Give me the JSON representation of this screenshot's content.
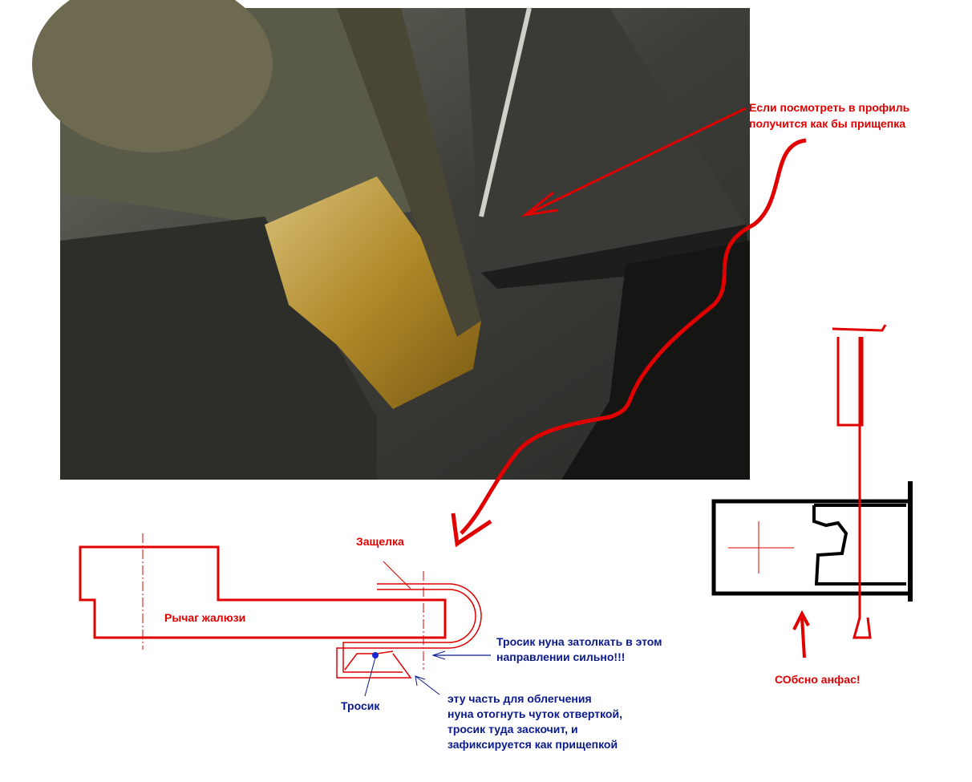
{
  "photo_annotation": {
    "line1": "Если посмотреть в профиль",
    "line2": "получится как бы прищепка"
  },
  "side_view": {
    "latch_label": "Защелка",
    "lever_label": "Рычаг жалюзи",
    "push_note": {
      "line1": "Тросик нуна затолкать в этом",
      "line2": "направлении сильно!!!"
    },
    "cable_label": "Тросик",
    "bend_note": {
      "line1": "эту часть для облегчения",
      "line2": "нуна отогнуть чуток отверткой,",
      "line3": "тросик туда заскочит, и",
      "line4": "зафиксируется как прищепкой"
    }
  },
  "front_view": {
    "label": "СОбсно анфас!"
  },
  "colors": {
    "red": "#e00000",
    "blue": "#0a1a8c",
    "black": "#000000"
  }
}
